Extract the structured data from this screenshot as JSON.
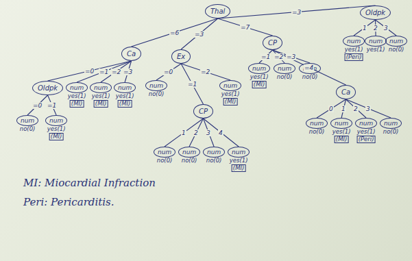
{
  "diagram": {
    "nodes": [
      {
        "text": [
          "Thal"
        ]
      },
      {
        "text": [
          "Ca"
        ]
      },
      {
        "text": [
          "Ex"
        ]
      },
      {
        "text": [
          "CP"
        ]
      },
      {
        "text": [
          "Oldpk"
        ]
      },
      {
        "text": [
          "Oldpk"
        ]
      },
      {
        "text": [
          "num",
          "yes(1)",
          "(MI)"
        ]
      },
      {
        "text": [
          "num",
          "yes(1)",
          "(MI)"
        ]
      },
      {
        "text": [
          "num",
          "yes(1)",
          "(MI)"
        ]
      },
      {
        "text": [
          "num",
          "no(0)"
        ]
      },
      {
        "text": [
          "num",
          "yes(1)",
          "(MI)"
        ]
      },
      {
        "text": [
          "num",
          "no(0)"
        ]
      },
      {
        "text": [
          "CP"
        ]
      },
      {
        "text": [
          "num",
          "yes(1)",
          "(MI)"
        ]
      },
      {
        "text": [
          "num",
          "no(0)"
        ]
      },
      {
        "text": [
          "num",
          "no(0)"
        ]
      },
      {
        "text": [
          "num",
          "no(0)"
        ]
      },
      {
        "text": [
          "num",
          "yes(1)",
          "(MI)"
        ]
      },
      {
        "text": [
          "num",
          "yes(1)",
          "(MI)"
        ]
      },
      {
        "text": [
          "num",
          "no(0)"
        ]
      },
      {
        "text": [
          "num",
          "no(0)"
        ]
      },
      {
        "text": [
          "Ca"
        ]
      },
      {
        "text": [
          "num",
          "no(0)"
        ]
      },
      {
        "text": [
          "num",
          "yes(1)",
          "(MI)"
        ]
      },
      {
        "text": [
          "num",
          "yes(1)",
          "(Peri)"
        ]
      },
      {
        "text": [
          "num",
          "no(0)"
        ]
      },
      {
        "text": [
          "num",
          "yes(1)",
          "(Peri)"
        ]
      },
      {
        "text": [
          "num",
          "yes(1)"
        ]
      },
      {
        "text": [
          "num",
          "no(0)"
        ]
      }
    ],
    "edges": [
      {
        "from": 0,
        "to": 1,
        "arrow": "none",
        "label": "=6"
      },
      {
        "from": 0,
        "to": 2,
        "arrow": "none",
        "label": "=3"
      },
      {
        "from": 0,
        "to": 3,
        "arrow": "none",
        "label": "=7"
      },
      {
        "from": 0,
        "to": 4,
        "arrow": "none",
        "label": "=3"
      },
      {
        "from": 1,
        "to": 5,
        "arrow": "none",
        "label": "=0"
      },
      {
        "from": 1,
        "to": 6,
        "arrow": "none",
        "label": "=1"
      },
      {
        "from": 1,
        "to": 7,
        "arrow": "none",
        "label": "=2"
      },
      {
        "from": 1,
        "to": 8,
        "arrow": "none",
        "label": "=3"
      },
      {
        "from": 5,
        "to": 9,
        "arrow": "none",
        "label": "=0"
      },
      {
        "from": 5,
        "to": 10,
        "arrow": "none",
        "label": "=1"
      },
      {
        "from": 2,
        "to": 11,
        "arrow": "none",
        "label": "=0"
      },
      {
        "from": 2,
        "to": 12,
        "arrow": "none",
        "label": "=1"
      },
      {
        "from": 2,
        "to": 13,
        "arrow": "none",
        "label": "=2"
      },
      {
        "from": 12,
        "to": 14,
        "arrow": "none",
        "label": "1"
      },
      {
        "from": 12,
        "to": 15,
        "arrow": "none",
        "label": "2"
      },
      {
        "from": 12,
        "to": 16,
        "arrow": "none",
        "label": "3"
      },
      {
        "from": 12,
        "to": 17,
        "arrow": "none",
        "label": "4"
      },
      {
        "from": 3,
        "to": 18,
        "arrow": "none",
        "label": "=1"
      },
      {
        "from": 3,
        "to": 19,
        "arrow": "none",
        "label": "=2"
      },
      {
        "from": 3,
        "to": 20,
        "arrow": "none",
        "label": "=3"
      },
      {
        "from": 3,
        "to": 21,
        "arrow": "none",
        "label": "=4"
      },
      {
        "from": 21,
        "to": 22,
        "arrow": "none",
        "label": "0"
      },
      {
        "from": 21,
        "to": 23,
        "arrow": "none",
        "label": "1"
      },
      {
        "from": 21,
        "to": 24,
        "arrow": "none",
        "label": "2"
      },
      {
        "from": 21,
        "to": 25,
        "arrow": "none",
        "label": "3"
      },
      {
        "from": 4,
        "to": 26,
        "arrow": "none",
        "label": "1"
      },
      {
        "from": 4,
        "to": 27,
        "arrow": "none",
        "label": "2"
      },
      {
        "from": 4,
        "to": 28,
        "arrow": "none",
        "label": "3"
      }
    ],
    "labels": [
      "MI: Miocardial Infraction",
      "Peri: Pericarditis."
    ]
  }
}
